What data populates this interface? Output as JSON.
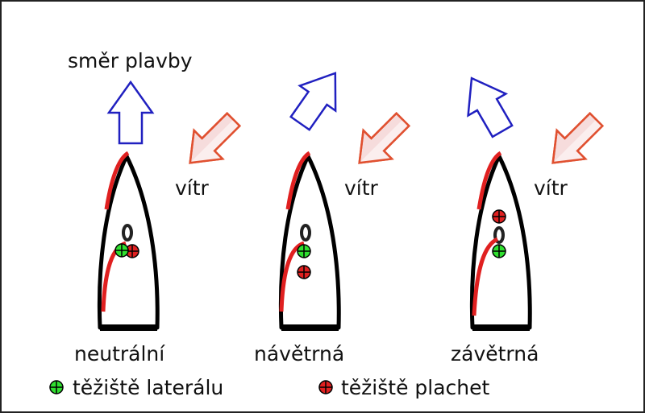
{
  "direction_label": "směr plavby",
  "wind_label": "vítr",
  "boats": [
    {
      "label": "neutrální"
    },
    {
      "label": "návětrná"
    },
    {
      "label": "závětrná"
    }
  ],
  "legend": {
    "lateral": "těžiště laterálu",
    "sails": "těžiště plachet"
  },
  "colors": {
    "heading_arrow": "#2020c0",
    "wind_arrow": "#e05030",
    "wind_fill": "#f6dcdc",
    "sail": "#e02020",
    "lateral_dot": "#30e030",
    "sail_dot": "#e02020"
  }
}
